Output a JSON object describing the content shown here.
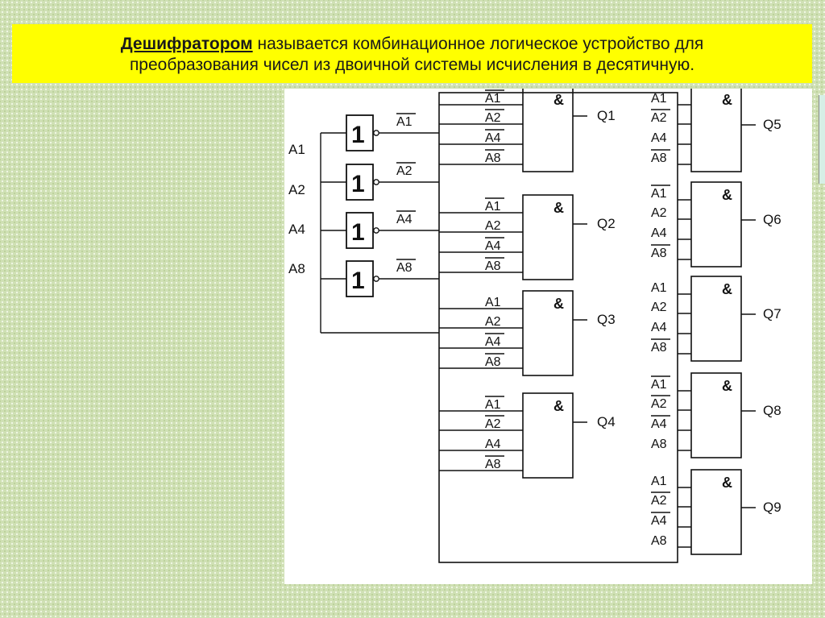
{
  "title": {
    "term": "Дешифратором",
    "line1_rest": " называется комбинационное логическое устройство для",
    "line2": "преобразования чисел из двоичной системы исчисления в десятичную."
  },
  "diagram": {
    "inputs": [
      "A1",
      "A2",
      "A4",
      "A8"
    ],
    "inverted_labels": [
      "A1",
      "A2",
      "A4",
      "A8"
    ],
    "not_gate_symbol": "1",
    "and_gate_symbol": "&",
    "outputs": [
      {
        "name": "Q1",
        "inputs": [
          "A1",
          "A2",
          "A4",
          "A8"
        ],
        "inverted": [
          true,
          true,
          true,
          true
        ]
      },
      {
        "name": "Q2",
        "inputs": [
          "A1",
          "A2",
          "A4",
          "A8"
        ],
        "inverted": [
          true,
          false,
          true,
          true
        ]
      },
      {
        "name": "Q3",
        "inputs": [
          "A1",
          "A2",
          "A4",
          "A8"
        ],
        "inverted": [
          false,
          false,
          true,
          true
        ]
      },
      {
        "name": "Q4",
        "inputs": [
          "A1",
          "A2",
          "A4",
          "A8"
        ],
        "inverted": [
          true,
          true,
          false,
          true
        ]
      },
      {
        "name": "Q5",
        "inputs": [
          "A1",
          "A2",
          "A4",
          "A8"
        ],
        "inverted": [
          false,
          true,
          false,
          true
        ]
      },
      {
        "name": "Q6",
        "inputs": [
          "A1",
          "A2",
          "A4",
          "A8"
        ],
        "inverted": [
          true,
          false,
          false,
          true
        ]
      },
      {
        "name": "Q7",
        "inputs": [
          "A1",
          "A2",
          "A4",
          "A8"
        ],
        "inverted": [
          false,
          false,
          false,
          true
        ]
      },
      {
        "name": "Q8",
        "inputs": [
          "A1",
          "A2",
          "A4",
          "A8"
        ],
        "inverted": [
          true,
          true,
          true,
          false
        ]
      },
      {
        "name": "Q9",
        "inputs": [
          "A1",
          "A2",
          "A4",
          "A8"
        ],
        "inverted": [
          false,
          true,
          true,
          false
        ]
      }
    ]
  }
}
